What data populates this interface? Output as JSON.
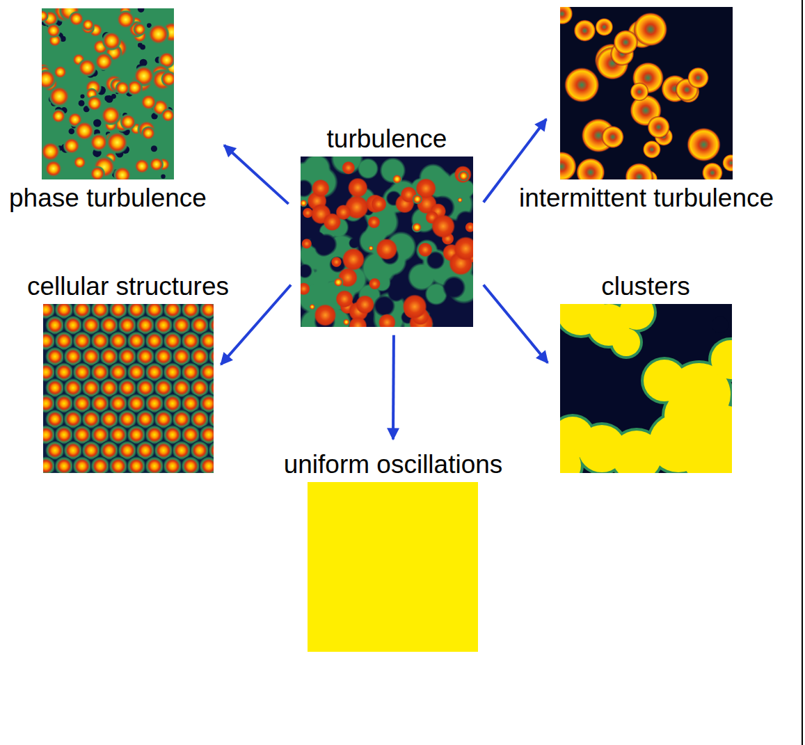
{
  "diagram": {
    "nodes": [
      {
        "text": [
          "phase turbulence"
        ]
      },
      {
        "text": [
          "turbulence"
        ]
      },
      {
        "text": [
          "intermittent turbulence"
        ]
      },
      {
        "text": [
          "cellular structures"
        ]
      },
      {
        "text": [
          "clusters"
        ]
      },
      {
        "text": [
          "uniform oscillations"
        ]
      }
    ],
    "edges": [
      {
        "from": 1,
        "to": 0,
        "arrow": "to"
      },
      {
        "from": 1,
        "to": 2,
        "arrow": "to"
      },
      {
        "from": 1,
        "to": 3,
        "arrow": "to"
      },
      {
        "from": 1,
        "to": 4,
        "arrow": "to"
      },
      {
        "from": 1,
        "to": 5,
        "arrow": "to"
      }
    ]
  }
}
